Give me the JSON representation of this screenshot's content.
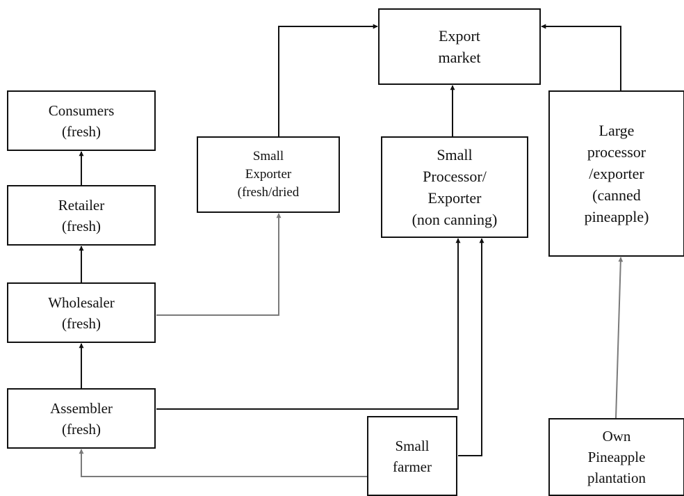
{
  "nodes": {
    "export_market": "Export\nmarket",
    "consumers": "Consumers\n(fresh)",
    "small_exporter": "Small\nExporter\n(fresh/dried",
    "small_processor": "Small\nProcessor/\nExporter\n(non canning)",
    "large_processor": "Large\nprocessor\n/exporter\n(canned\npineapple)",
    "retailer": "Retailer\n(fresh)",
    "wholesaler": "Wholesaler\n(fresh)",
    "assembler": "Assembler\n(fresh)",
    "small_farmer": "Small\nfarmer",
    "own_plantation": "Own\nPineapple\nplantation"
  },
  "flows": [
    {
      "from": "Retailer (fresh)",
      "to": "Consumers (fresh)",
      "color": "#111111"
    },
    {
      "from": "Wholesaler (fresh)",
      "to": "Retailer (fresh)",
      "color": "#111111"
    },
    {
      "from": "Assembler (fresh)",
      "to": "Wholesaler (fresh)",
      "color": "#111111"
    },
    {
      "from": "Small Exporter (fresh/dried",
      "to": "Export market",
      "color": "#111111"
    },
    {
      "from": "Small Processor/ Exporter (non canning)",
      "to": "Export market",
      "color": "#111111"
    },
    {
      "from": "Large processor /exporter (canned pineapple)",
      "to": "Export market",
      "color": "#111111"
    },
    {
      "from": "Wholesaler (fresh)",
      "to": "Small Exporter (fresh/dried",
      "color": "#7a7a7a"
    },
    {
      "from": "Assembler (fresh)",
      "to": "Small Processor/ Exporter (non canning)",
      "color": "#111111"
    },
    {
      "from": "Small farmer",
      "to": "Small Processor/ Exporter (non canning)",
      "color": "#111111"
    },
    {
      "from": "Small farmer",
      "to": "Assembler (fresh)",
      "color": "#7a7a7a"
    },
    {
      "from": "Own Pineapple plantation",
      "to": "Large processor /exporter (canned pineapple)",
      "color": "#7a7a7a"
    }
  ],
  "colors": {
    "dark_line": "#111111",
    "gray_line": "#7a7a7a",
    "box_border": "#111111"
  }
}
